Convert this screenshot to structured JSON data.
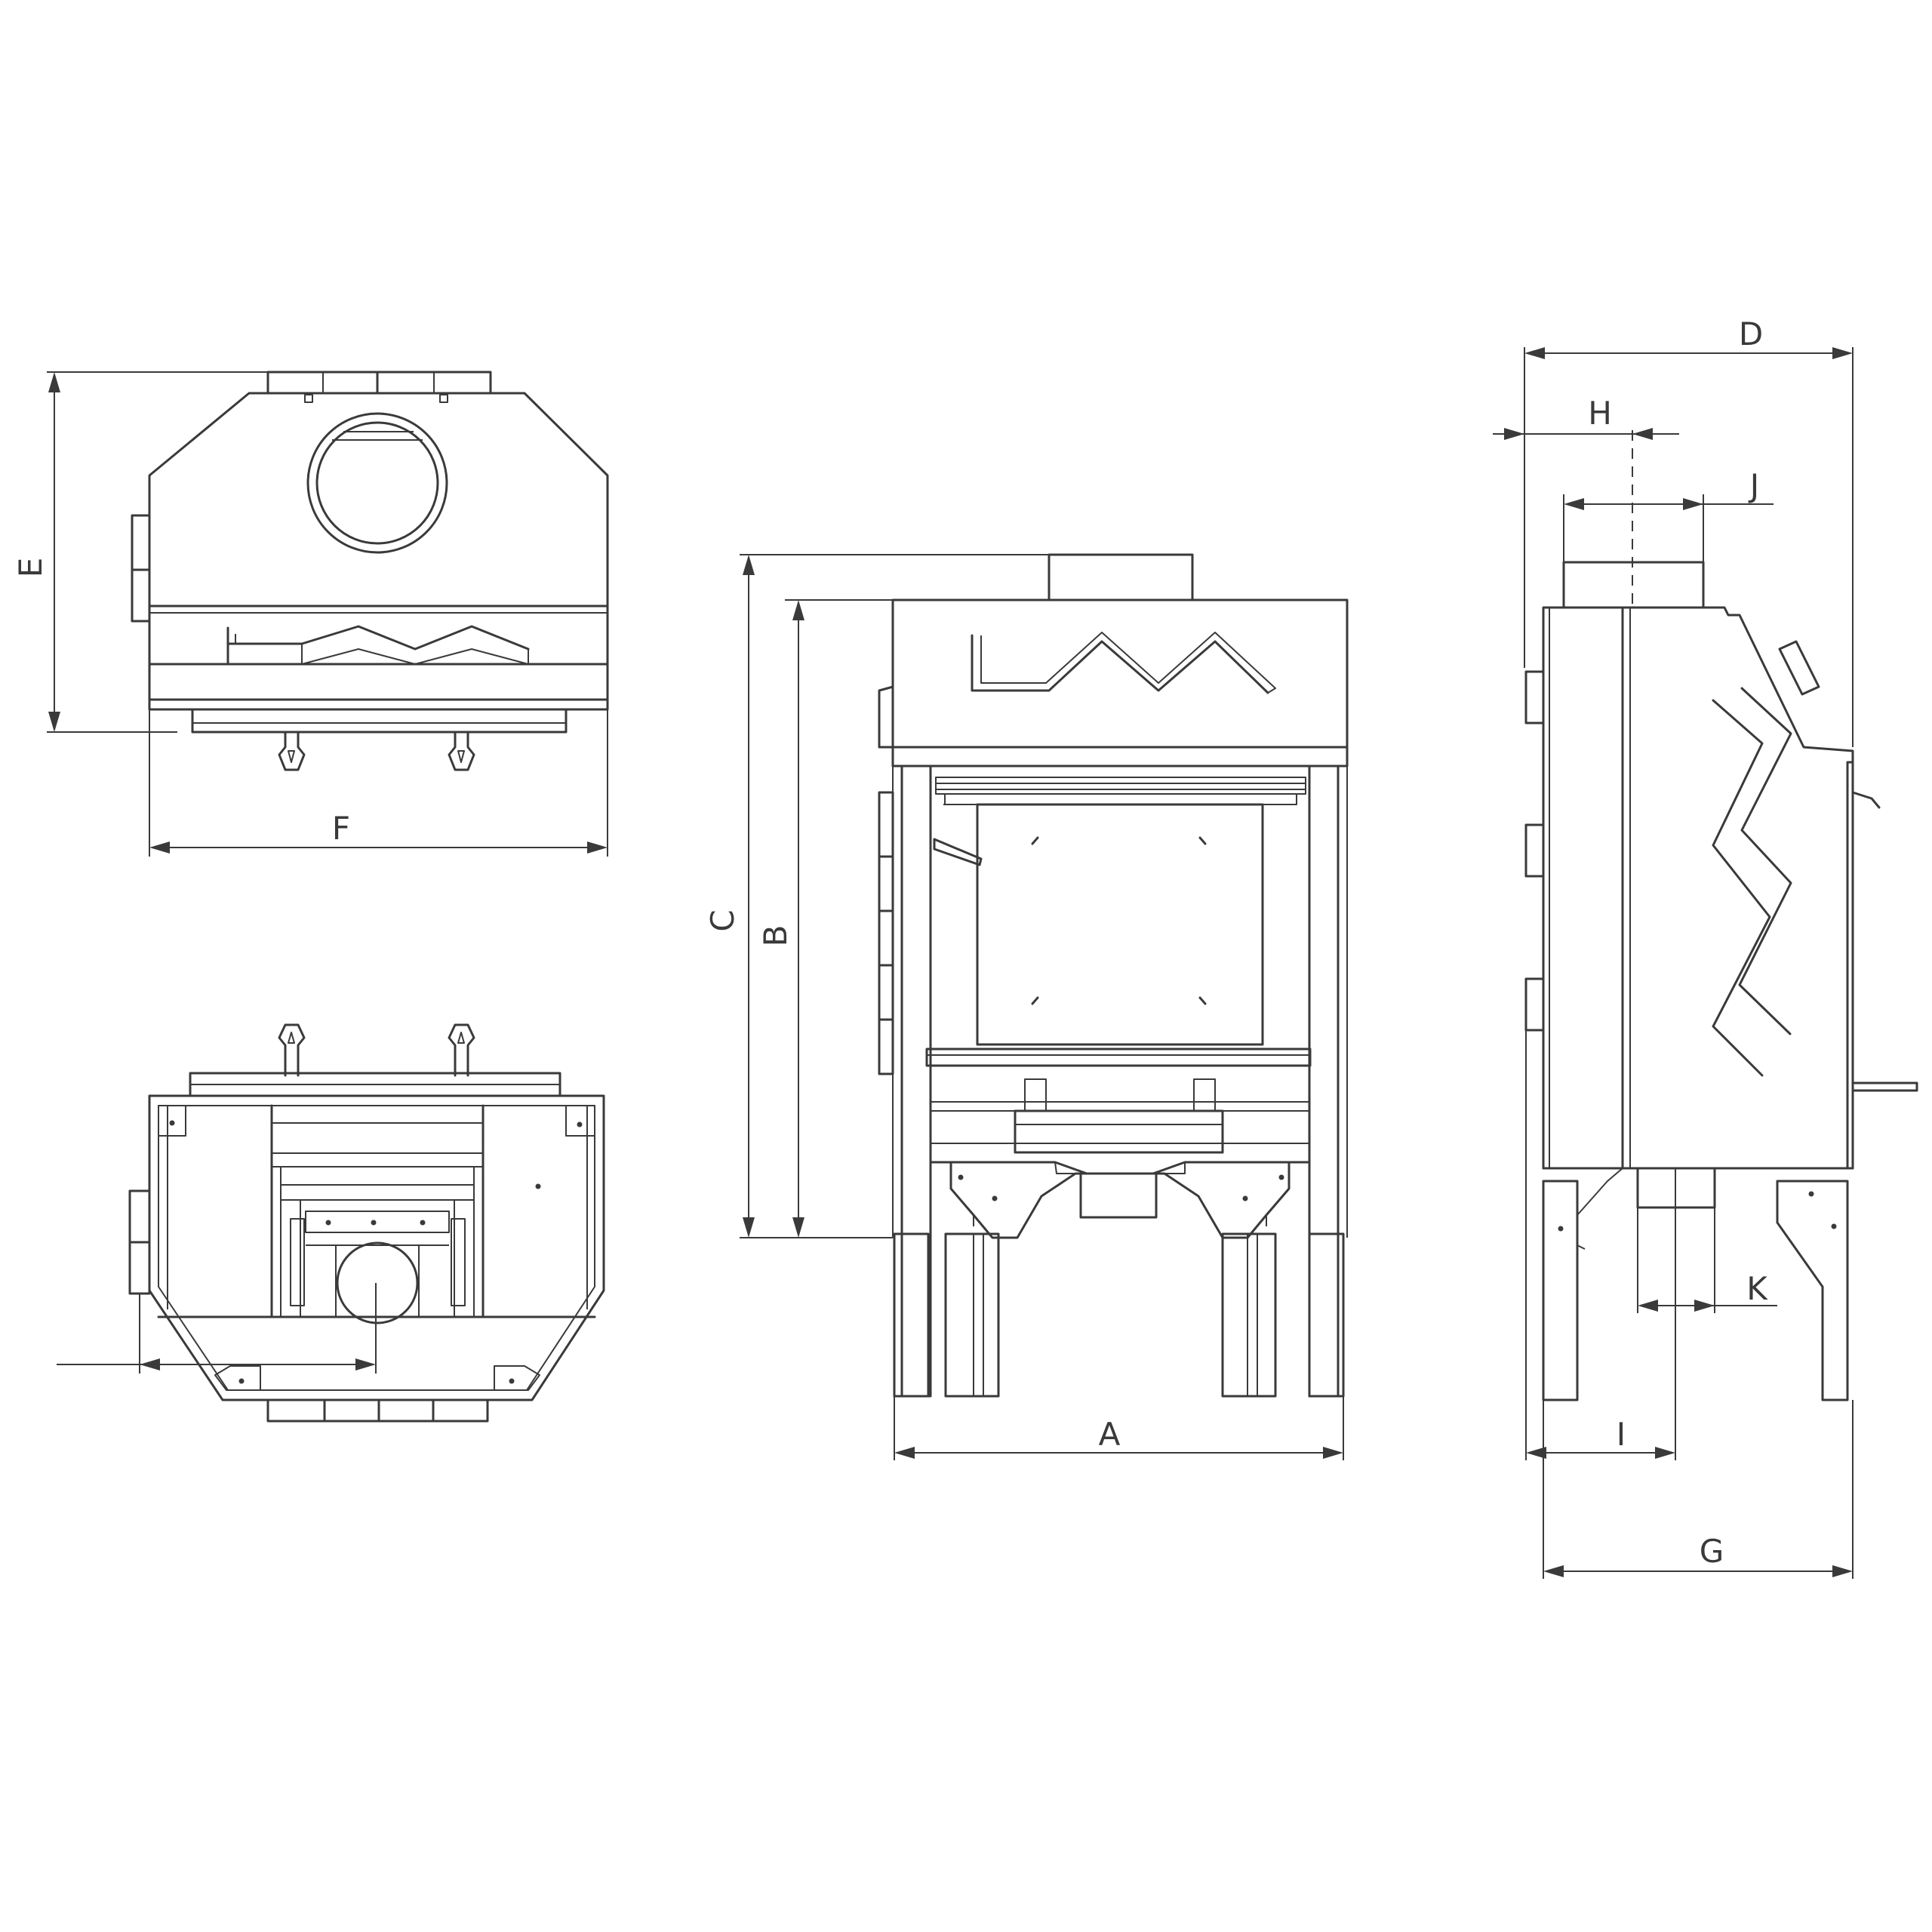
{
  "dimension_labels": {
    "a": "A",
    "b": "B",
    "c": "C",
    "d": "D",
    "e": "E",
    "f": "F",
    "g": "G",
    "h": "H",
    "i": "I",
    "j": "J",
    "k": "K"
  },
  "views": [
    "top-view",
    "bottom-view",
    "front-view",
    "side-view"
  ]
}
